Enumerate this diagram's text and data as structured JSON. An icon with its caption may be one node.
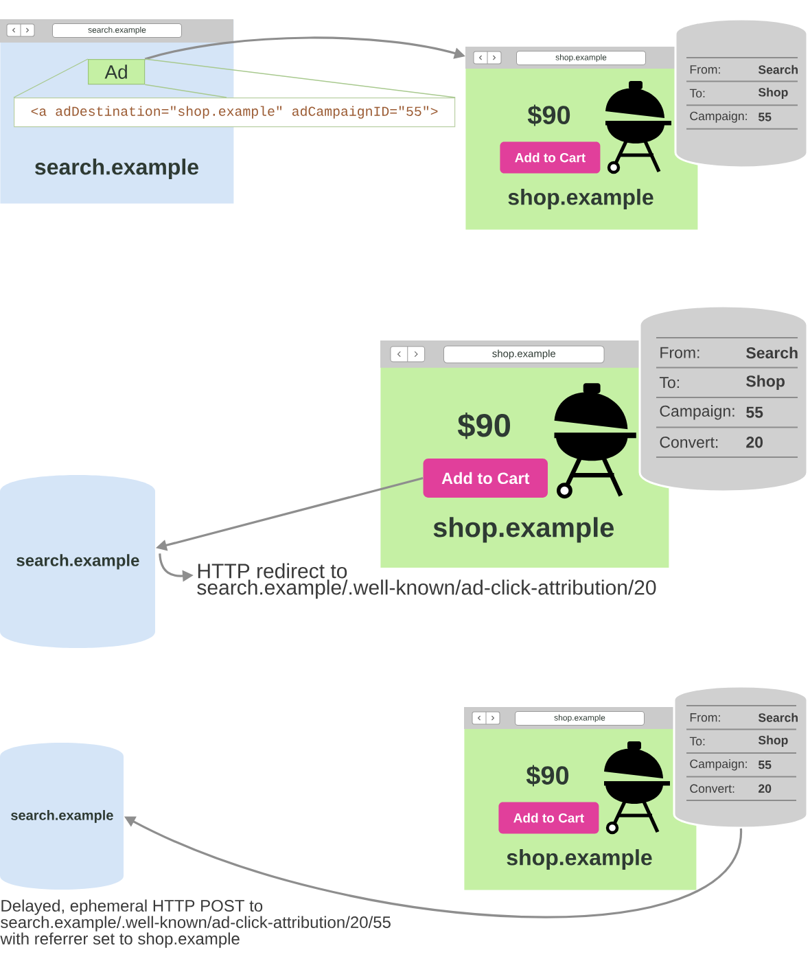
{
  "diagram": {
    "nodes": [
      {
        "text": [
          "search.example"
        ]
      },
      {
        "text": [
          "search.example"
        ],
        "in": 0
      },
      {
        "text": [
          "Ad"
        ],
        "in": 0
      },
      {
        "text": [
          "<a adDestination=\"shop.example\" adCampaignID=\"55\">"
        ]
      },
      {
        "text": [
          "$90",
          "shop.example"
        ]
      },
      {
        "text": [
          "shop.example"
        ],
        "in": 4
      },
      {
        "text": [
          "Add to Cart"
        ],
        "in": 4
      },
      {
        "text": [
          "From:",
          "Search",
          "To:",
          "Shop",
          "Campaign:",
          "55"
        ]
      },
      {
        "text": [
          "$90",
          "shop.example"
        ]
      },
      {
        "text": [
          "shop.example"
        ],
        "in": 8
      },
      {
        "text": [
          "Add to Cart"
        ],
        "in": 8
      },
      {
        "text": [
          "From:",
          "Search",
          "To:",
          "Shop",
          "Campaign:",
          "55",
          "Convert:",
          "20"
        ]
      },
      {
        "text": [
          "search.example"
        ]
      },
      {
        "text": [
          "HTTP redirect to search.example/.well-known/ad-click-attribution/20"
        ]
      },
      {
        "text": [
          "$90",
          "shop.example"
        ]
      },
      {
        "text": [
          "shop.example"
        ],
        "in": 14
      },
      {
        "text": [
          "Add to Cart"
        ],
        "in": 14
      },
      {
        "text": [
          "From:",
          "Search",
          "To:",
          "Shop",
          "Campaign:",
          "55",
          "Convert:",
          "20"
        ]
      },
      {
        "text": [
          "search.example"
        ]
      }
    ],
    "edges": [
      {
        "from": 2,
        "to": 4,
        "arrow": "to"
      },
      {
        "from": 2,
        "to": 3,
        "arrow": "none",
        "color": "#a8c98e"
      },
      {
        "from": 2,
        "to": 3,
        "arrow": "none",
        "color": "#a8c98e"
      },
      {
        "from": 2,
        "to": 3,
        "arrow": "none",
        "color": "#a8c98e"
      },
      {
        "from": 10,
        "to": 12,
        "arrow": "to"
      },
      {
        "from": 12,
        "to": 13,
        "arrow": "to"
      },
      {
        "from": 17,
        "to": 18,
        "arrow": "to"
      }
    ],
    "labels": [
      "Delayed, ephemeral HTTP POST to search.example/.well-known/ad-click-attribution/20/55 with referrer set to shop.example"
    ]
  }
}
